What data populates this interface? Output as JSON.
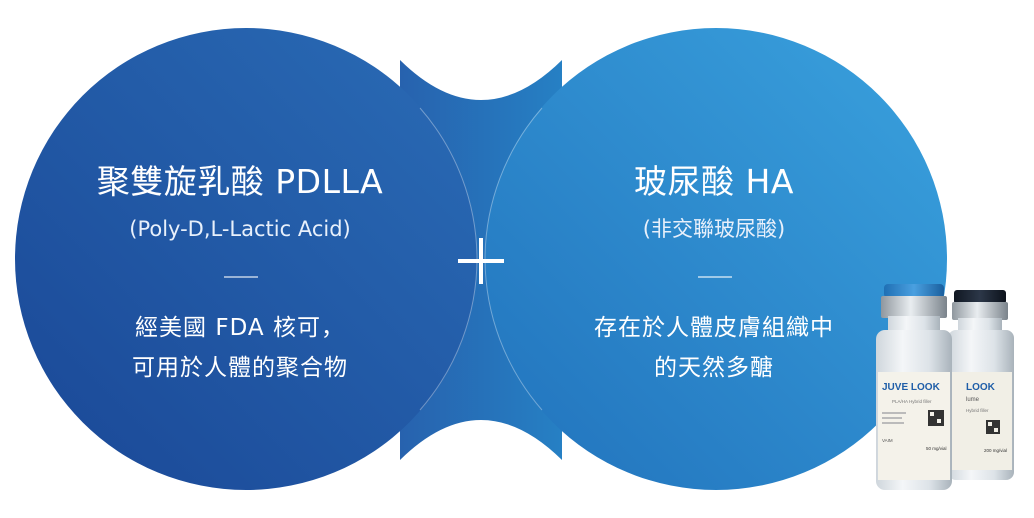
{
  "left": {
    "title": "聚雙旋乳酸 PDLLA",
    "subtitle": "(Poly-D,L-Lactic Acid)",
    "desc_line1": "經美國 FDA 核可，",
    "desc_line2": "可用於人體的聚合物"
  },
  "right": {
    "title": "玻尿酸 HA",
    "subtitle": "(非交聯玻尿酸)",
    "desc_line1": "存在於人體皮膚組織中",
    "desc_line2": "的天然多醣"
  },
  "plus_symbol": "+",
  "product": {
    "front_brand": "JUVE LOOK",
    "back_brand": "LOOK",
    "back_sub": "lume",
    "front_label": "PLA/HA Hybrid filler",
    "back_label": "Hybrid filler",
    "front_dose": "50 mg/vial",
    "back_dose": "200 mg/vial",
    "front_maker": "VAIM"
  },
  "colors": {
    "left_circle_dark": "#1b4a9a",
    "left_circle_light": "#2a6fb8",
    "right_circle_dark": "#2377c0",
    "right_circle_light": "#3aa0dc",
    "vial_cap_front": "#2f83c8",
    "vial_cap_back": "#1f2a3a"
  }
}
